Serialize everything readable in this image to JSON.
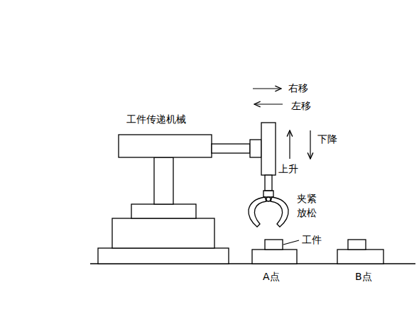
{
  "diagram": {
    "labels": [
      "右移",
      "左移",
      "工件传递机械",
      "下降",
      "上升",
      "夹紧",
      "放松",
      "工件",
      "A点",
      "B点"
    ]
  }
}
